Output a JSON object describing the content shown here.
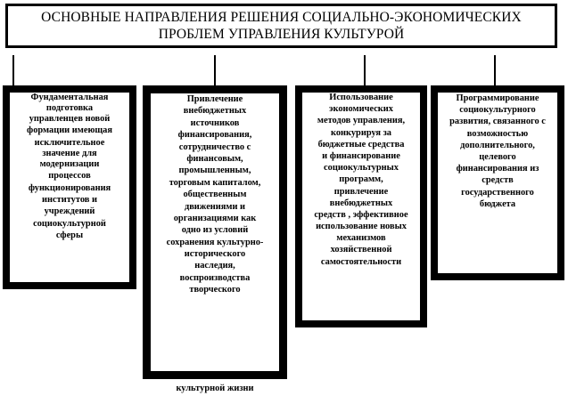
{
  "title": {
    "line1": "ОСНОВНЫЕ НАПРАВЛЕНИЯ РЕШЕНИЯ СОЦИАЛЬНО-ЭКОНОМИЧЕСКИХ",
    "line2": "ПРОБЛЕМ УПРАВЛЕНИЯ КУЛЬТУРОЙ"
  },
  "boxes": [
    {
      "lines": [
        "Фундаментальная",
        "подготовка",
        "управленцев новой",
        "формации имеющая",
        "исключительное",
        "значение для",
        "модернизации",
        "процессов",
        "функционирования",
        "институтов и",
        "учреждений",
        "социокультурной",
        "сферы"
      ]
    },
    {
      "lines": [
        "Привлечение",
        "внебюджетных",
        "источников",
        "финансирования,",
        "сотрудничество с",
        "финансовым,",
        "промышленным,",
        "торговым капиталом,",
        "общественным",
        "движениями и",
        "организациями как",
        "одно из условий",
        "сохранения культурно-",
        "исторического",
        "наследия,",
        "воспроизводства",
        "творческого"
      ],
      "overflow": "культурной жизни"
    },
    {
      "lines": [
        "Использование",
        "экономических",
        "методов управления,",
        "конкурируя за",
        "бюджетные средства",
        "и финансирование",
        "социокультурных",
        "программ,",
        "привлечение",
        "внебюджетных",
        "средств , эффективное",
        "использование новых",
        "механизмов",
        "хозяйственной",
        "самостоятельности"
      ]
    },
    {
      "lines": [
        "Программирование",
        "социокультурного",
        "развития, связанного с",
        "возможностью",
        "дополнительного,",
        "целевого",
        "финансирования из",
        "средств",
        "государственного",
        "бюджета"
      ]
    }
  ]
}
